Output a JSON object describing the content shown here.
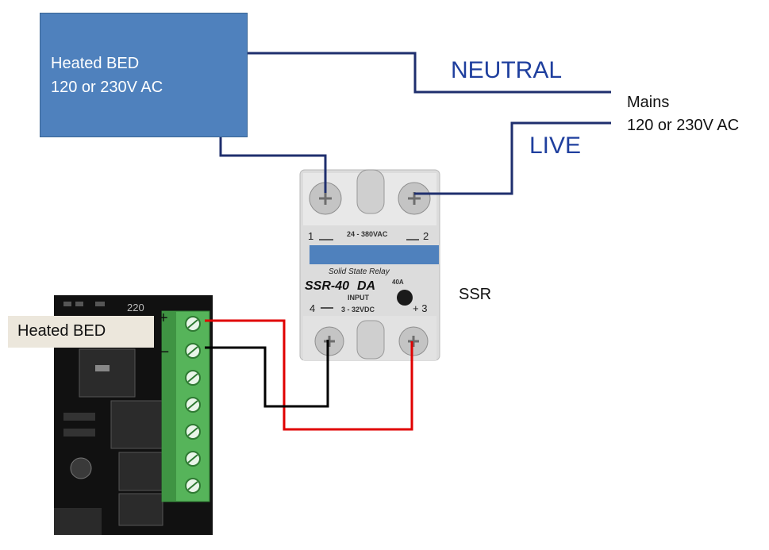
{
  "heated_bed": {
    "line1": "Heated BED",
    "line2": "120 or 230V AC"
  },
  "wire_labels": {
    "neutral": "NEUTRAL",
    "live": "LIVE"
  },
  "mains": {
    "title": "Mains",
    "voltage": "120 or 230V AC"
  },
  "ssr": {
    "label": "SSR",
    "body_text": "Solid State Relay",
    "model": "SSR-40",
    "model_suffix": "DA",
    "current": "40A",
    "output_range": "24 - 380VAC",
    "input_label": "INPUT",
    "input_range": "3 - 32VDC",
    "terminal_1": "1",
    "terminal_2": "2",
    "terminal_3": "+ 3",
    "terminal_4": "4"
  },
  "board": {
    "tag": "Heated BED",
    "plus": "+",
    "minus": "–",
    "silk_number": "220"
  },
  "colors": {
    "ac_wire": "#1f2f6e",
    "dc_positive": "#e00000",
    "dc_negative": "#000000",
    "bed_fill": "#4f81bd",
    "terminal_green": "#5cb85c",
    "ssr_body": "#dcdcdc"
  }
}
